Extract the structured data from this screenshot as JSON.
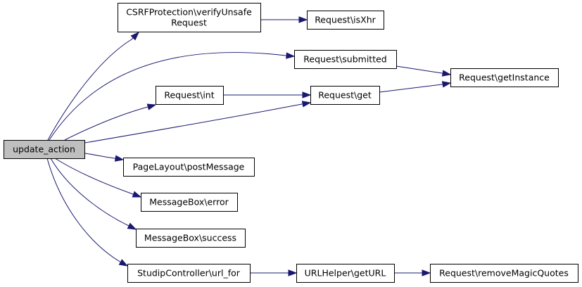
{
  "graph": {
    "edge_color": "#191970",
    "root_fill": "#bfbfbf",
    "nodes": [
      {
        "id": "update_action",
        "label": [
          "update_action"
        ],
        "root": true
      },
      {
        "id": "csrf",
        "label": [
          "CSRFProtection\\verifyUnsafe",
          "Request"
        ]
      },
      {
        "id": "isxhr",
        "label": [
          "Request\\isXhr"
        ]
      },
      {
        "id": "submitted",
        "label": [
          "Request\\submitted"
        ]
      },
      {
        "id": "getinstance",
        "label": [
          "Request\\getInstance"
        ]
      },
      {
        "id": "int",
        "label": [
          "Request\\int"
        ]
      },
      {
        "id": "get",
        "label": [
          "Request\\get"
        ]
      },
      {
        "id": "postmessage",
        "label": [
          "PageLayout\\postMessage"
        ]
      },
      {
        "id": "error",
        "label": [
          "MessageBox\\error"
        ]
      },
      {
        "id": "success",
        "label": [
          "MessageBox\\success"
        ]
      },
      {
        "id": "urlfor",
        "label": [
          "StudipController\\url_for"
        ]
      },
      {
        "id": "geturl",
        "label": [
          "URLHelper\\getURL"
        ]
      },
      {
        "id": "removemagic",
        "label": [
          "Request\\removeMagicQuotes"
        ]
      }
    ],
    "edges": [
      {
        "from": "update_action",
        "to": "csrf"
      },
      {
        "from": "csrf",
        "to": "isxhr"
      },
      {
        "from": "update_action",
        "to": "submitted"
      },
      {
        "from": "submitted",
        "to": "getinstance"
      },
      {
        "from": "update_action",
        "to": "int"
      },
      {
        "from": "int",
        "to": "get"
      },
      {
        "from": "update_action",
        "to": "get"
      },
      {
        "from": "get",
        "to": "getinstance"
      },
      {
        "from": "update_action",
        "to": "postmessage"
      },
      {
        "from": "update_action",
        "to": "error"
      },
      {
        "from": "update_action",
        "to": "success"
      },
      {
        "from": "update_action",
        "to": "urlfor"
      },
      {
        "from": "urlfor",
        "to": "geturl"
      },
      {
        "from": "geturl",
        "to": "removemagic"
      }
    ]
  }
}
